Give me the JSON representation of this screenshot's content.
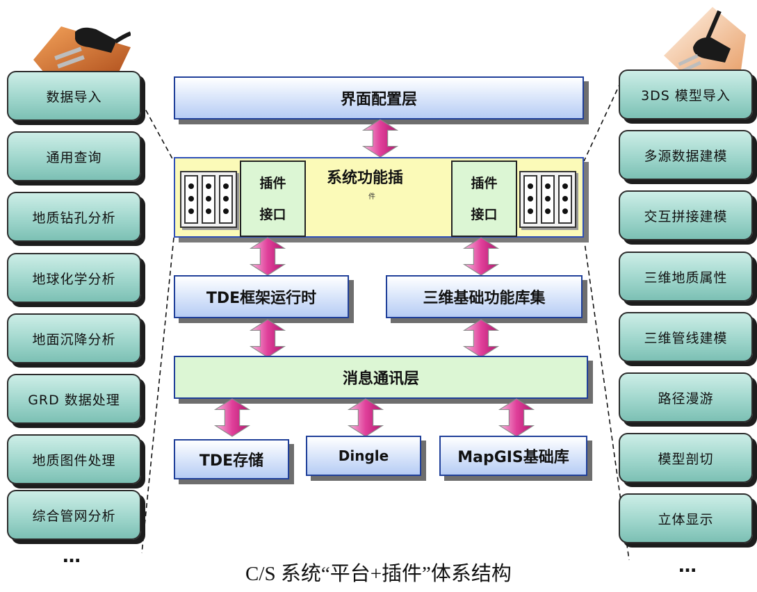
{
  "left_plugins": [
    "数据导入",
    "通用查询",
    "地质钻孔分析",
    "地球化学分析",
    "地面沉降分析",
    "GRD 数据处理",
    "地质图件处理",
    "综合管网分析"
  ],
  "right_plugins": [
    "3DS 模型导入",
    "多源数据建模",
    "交互拼接建模",
    "三维地质属性",
    "三维管线建模",
    "路径漫游",
    "模型剖切",
    "立体显示"
  ],
  "left_more": "…",
  "right_more": "…",
  "layers": {
    "ui_config": "界面配置层",
    "system_plugin": "系统功能插",
    "system_plugin_clipped": "件",
    "plugin_interface_line1": "插件",
    "plugin_interface_line2": "接口",
    "tde_runtime": "TDE框架运行时",
    "base_libs": "三维基础功能库集",
    "messaging": "消息通讯层",
    "tde_storage": "TDE存储",
    "dingle": "Dingle",
    "mapgis": "MapGIS基础库"
  },
  "caption": "C/S 系统“平台+插件”体系结构",
  "colors": {
    "plugin_fill": "#9fd6cc",
    "layer_blue": "#b6ccf4",
    "layer_green": "#dcf6d4",
    "system_yellow": "#fbfab8",
    "arrow_pink": "#e0409a"
  }
}
